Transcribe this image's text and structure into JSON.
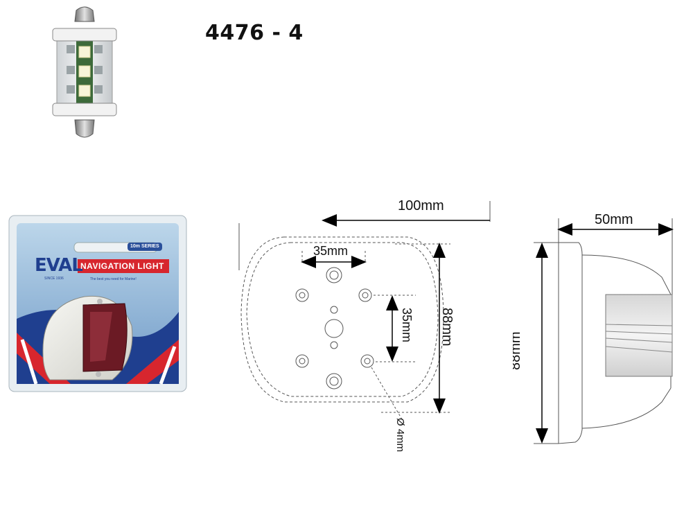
{
  "product": {
    "code": "4476 - 4"
  },
  "package": {
    "brand": "EVAL",
    "brand_tag": "SINCE 1936",
    "label": "NAVIGATION LIGHT",
    "series": "10m SERIES",
    "tagline": "The best you need for Marine!"
  },
  "front_view": {
    "width": "100mm",
    "height": "88mm",
    "hole_spacing_h": "35mm",
    "hole_spacing_v": "35mm",
    "hole_diameter": "Ø 4mm"
  },
  "side_view": {
    "depth": "50mm",
    "height": "88mm"
  },
  "colors": {
    "package_blue": "#1f3f8f",
    "label_red": "#d7262e",
    "lens_red": "#6b1a24",
    "drawing_line": "#555555"
  }
}
